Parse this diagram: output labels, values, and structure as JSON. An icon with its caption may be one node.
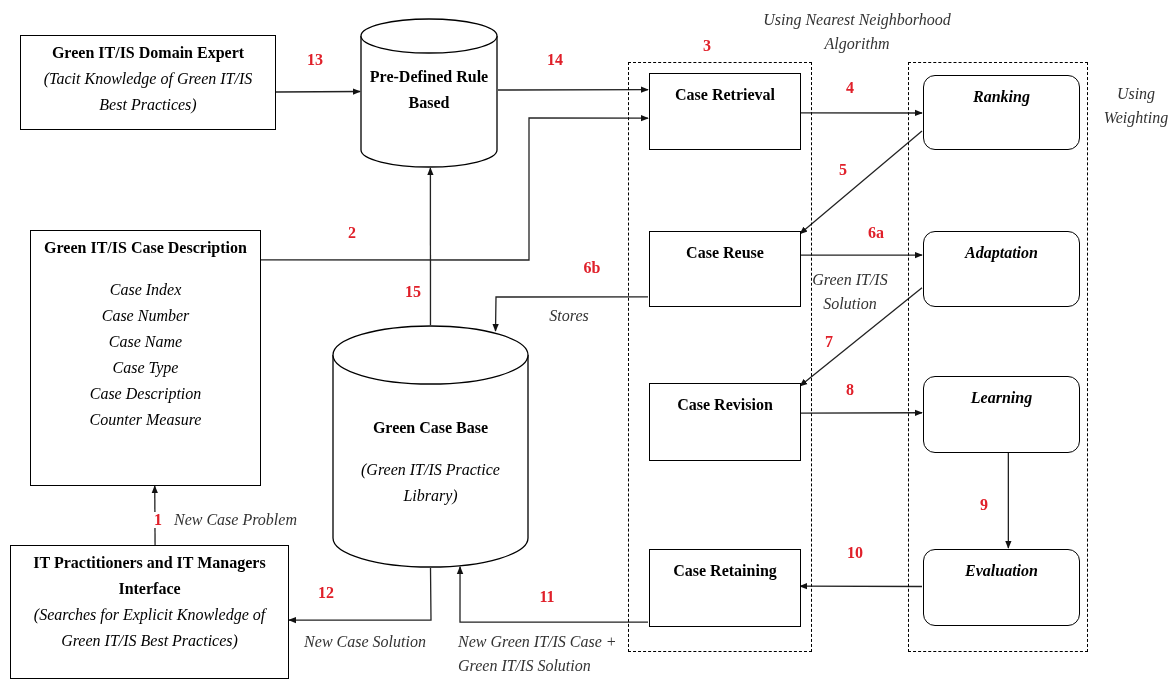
{
  "diagram": {
    "nodes": [
      {
        "text": [
          "Green IT/IS Domain Expert",
          "(Tacit Knowledge of Green IT/IS Best Practices)"
        ]
      },
      {
        "text": [
          "Pre-Defined Rule Based"
        ]
      },
      {
        "text": [
          "Green IT/IS Case Description",
          "Case Index",
          "Case Number",
          "Case Name",
          "Case Type",
          "Case Description",
          "Counter Measure"
        ]
      },
      {
        "text": [
          "Green Case Base",
          "(Green IT/IS Practice Library)"
        ]
      },
      {
        "text": [
          "IT Practitioners and IT Managers Interface",
          "(Searches for Explicit Knowledge of Green IT/IS Best Practices)"
        ]
      },
      {
        "text": [],
        "shape": "box"
      },
      {
        "text": [
          "Case Retrieval"
        ],
        "in": 5
      },
      {
        "text": [
          "Case Reuse"
        ],
        "in": 5
      },
      {
        "text": [
          "Case Revision"
        ],
        "in": 5
      },
      {
        "text": [
          "Case Retaining"
        ],
        "in": 5
      },
      {
        "text": [],
        "shape": "box"
      },
      {
        "text": [
          "Ranking"
        ],
        "in": 10
      },
      {
        "text": [
          "Adaptation"
        ],
        "in": 10
      },
      {
        "text": [
          "Learning"
        ],
        "in": 10
      },
      {
        "text": [
          "Evaluation"
        ],
        "in": 10
      }
    ],
    "edges": [
      {
        "from": 0,
        "to": 1,
        "arrow": "to",
        "label": "13"
      },
      {
        "from": 1,
        "to": 6,
        "arrow": "to",
        "label": "14"
      },
      {
        "from": 2,
        "to": 6,
        "arrow": "to",
        "label": "2"
      },
      {
        "from": 6,
        "to": 11,
        "arrow": "to",
        "label": "4"
      },
      {
        "from": 11,
        "to": 7,
        "arrow": "to",
        "label": "5"
      },
      {
        "from": 7,
        "to": 12,
        "arrow": "to",
        "label": "6a"
      },
      {
        "from": 7,
        "to": 3,
        "arrow": "to",
        "label": "6b"
      },
      {
        "from": 12,
        "to": 8,
        "arrow": "to",
        "label": "7"
      },
      {
        "from": 8,
        "to": 13,
        "arrow": "to",
        "label": "8"
      },
      {
        "from": 13,
        "to": 14,
        "arrow": "to",
        "label": "9"
      },
      {
        "from": 14,
        "to": 9,
        "arrow": "to",
        "label": "10"
      },
      {
        "from": 9,
        "to": 3,
        "arrow": "to",
        "label": "11"
      },
      {
        "from": 3,
        "to": 4,
        "arrow": "to",
        "label": "12"
      },
      {
        "from": 4,
        "to": 2,
        "arrow": "to",
        "label": "1"
      },
      {
        "from": 3,
        "to": 1,
        "arrow": "to",
        "label": "15"
      }
    ],
    "labels": [
      "3",
      "Using Nearest Neighborhood Algorithm",
      "Using Weighting",
      "Green IT/IS Solution",
      "Stores",
      "New Case Solution",
      "New Green IT/IS Case + Green IT/IS Solution",
      "New Case Problem"
    ]
  }
}
